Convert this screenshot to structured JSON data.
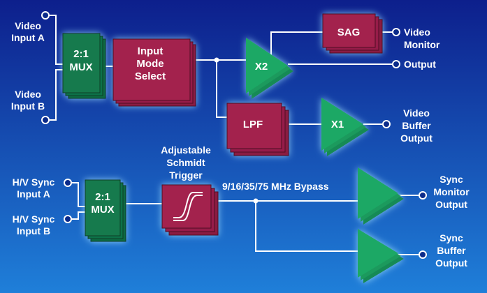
{
  "colors": {
    "background_top": "#0d1f8c",
    "background_bottom": "#1f7fd9",
    "block_red": "#a3204e",
    "block_green": "#137a4e",
    "amp_green": "#1fa865",
    "glow": "#9fe0ff",
    "wire": "#ffffff"
  },
  "video": {
    "input_a": [
      "Video",
      "Input A"
    ],
    "input_b": [
      "Video",
      "Input B"
    ],
    "mux": [
      "2:1",
      "MUX"
    ],
    "input_mode_select": [
      "Input",
      "Mode",
      "Select"
    ],
    "x2_amp": "X2",
    "sag": "SAG",
    "lpf": "LPF",
    "x1_amp": "X1",
    "monitor_output": [
      "Video",
      "Monitor",
      "Output"
    ],
    "buffer_output": [
      "Video",
      "Buffer",
      "Output"
    ]
  },
  "sync": {
    "input_a": [
      "H/V Sync",
      "Input A"
    ],
    "input_b": [
      "H/V Sync",
      "Input B"
    ],
    "mux": [
      "2:1",
      "MUX"
    ],
    "schmidt_trigger": [
      "Adjustable",
      "Schmidt",
      "Trigger"
    ],
    "bypass_label": "9/16/35/75 MHz Bypass",
    "monitor_output": [
      "Sync",
      "Monitor",
      "Output"
    ],
    "buffer_output": [
      "Sync",
      "Buffer",
      "Output"
    ]
  },
  "icons": {
    "schmidt_symbol": "hysteresis-icon",
    "terminal": "terminal-circle-icon"
  }
}
